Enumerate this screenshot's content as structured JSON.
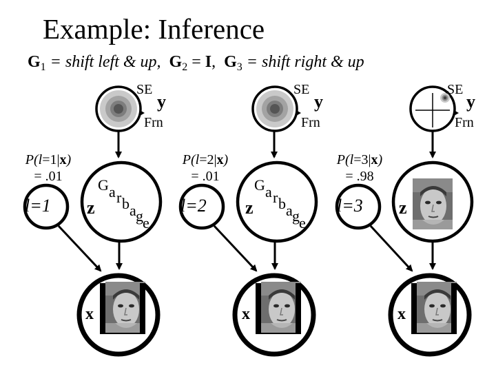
{
  "title": "Example: Inference",
  "subtitle": {
    "g1_label": "G",
    "g1_sub": "1",
    "g1_def": " = shift left & up,",
    "g2_label": "G",
    "g2_sub": "2",
    "g2_eq": " = ",
    "g2_def": "I",
    "g3_label": "G",
    "g3_sub": "3",
    "g3_def": " = shift right & up"
  },
  "columns": [
    {
      "prob_prefix": "P(",
      "prob_l": "l",
      "prob_eq": "=1|",
      "prob_x": "x",
      "prob_close": ")",
      "prob_value": "= .01",
      "l_value": "l=1",
      "z_label": "z",
      "z_content": "garbage",
      "y_label": "y",
      "se_label": "SE",
      "frn_label": "Frn",
      "x_label": "x"
    },
    {
      "prob_prefix": "P(",
      "prob_l": "l",
      "prob_eq": "=2|",
      "prob_x": "x",
      "prob_close": ")",
      "prob_value": "= .01",
      "l_value": "l=2",
      "z_label": "z",
      "z_content": "garbage",
      "y_label": "y",
      "se_label": "SE",
      "frn_label": "Frn",
      "x_label": "x"
    },
    {
      "prob_prefix": "P(",
      "prob_l": "l",
      "prob_eq": "=3|",
      "prob_x": "x",
      "prob_close": ")",
      "prob_value": "= .98",
      "l_value": "l=3",
      "z_label": "z",
      "z_content": "face",
      "y_label": "y",
      "se_label": "SE",
      "frn_label": "Frn",
      "x_label": "x"
    }
  ],
  "garbage_letters": [
    "G",
    "a",
    "r",
    "b",
    "a",
    "g",
    "e"
  ],
  "icons": {
    "y_node": "concentric-circles-icon",
    "y_node_3": "crosshair-icon",
    "face": "face-photo"
  }
}
